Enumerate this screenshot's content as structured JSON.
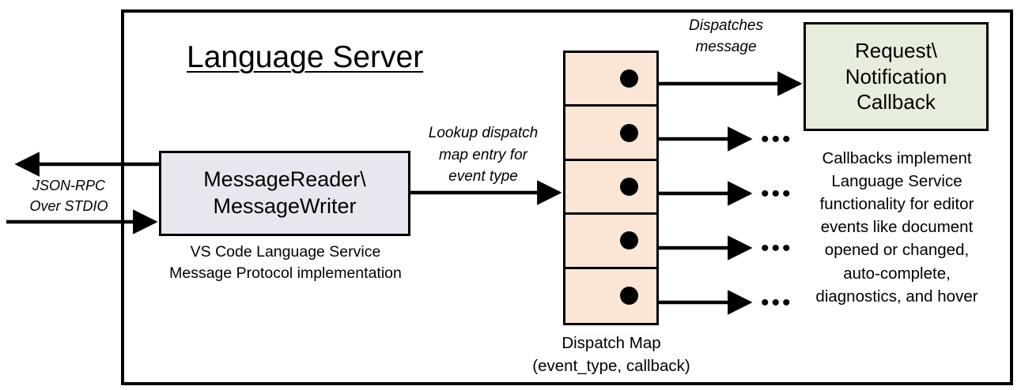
{
  "diagram": {
    "title": "Language Server",
    "outer_border_color": "#000000",
    "background": "#ffffff"
  },
  "reader_writer": {
    "line1": "MessageReader\\",
    "line2": "MessageWriter",
    "fill_color": "#EAE6F0",
    "caption_line1": "VS Code Language Service",
    "caption_line2": "Message Protocol implementation"
  },
  "transport": {
    "label_line1": "JSON-RPC",
    "label_line2": "Over STDIO",
    "outbound_arrow": "arrow-left",
    "inbound_arrow": "arrow-right"
  },
  "lookup": {
    "label_line1": "Lookup dispatch",
    "label_line2": "map entry for",
    "label_line3": "event type"
  },
  "dispatch_map": {
    "fill_color": "#FBE5D6",
    "rows": 5,
    "row_dot": "filled-circle",
    "caption_line1": "Dispatch Map",
    "caption_line2": "(event_type, callback)"
  },
  "dispatch_message": {
    "label_line1": "Dispatches",
    "label_line2": "message"
  },
  "callback": {
    "line1": "Request\\",
    "line2": "Notification",
    "line3": "Callback",
    "fill_color": "#E7EDDD",
    "caption_line1": "Callbacks implement",
    "caption_line2": "Language Service",
    "caption_line3": "functionality for editor",
    "caption_line4": "events like document",
    "caption_line5": "opened or changed,",
    "caption_line6": "auto-complete,",
    "caption_line7": "diagnostics, and hover"
  },
  "ellipses": {
    "row2": "•••",
    "row3": "•••",
    "row4": "•••",
    "row5": "•••"
  }
}
